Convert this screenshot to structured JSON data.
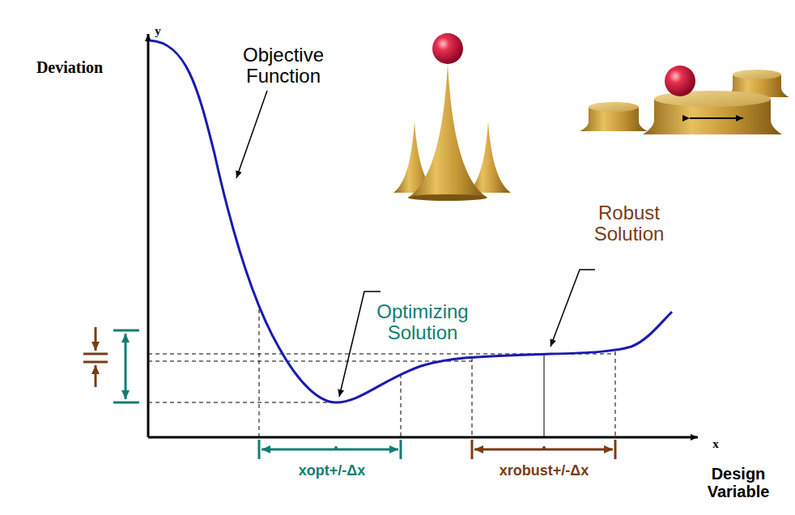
{
  "diagram": {
    "labels": [
      "y",
      "Deviation",
      "Objective Function",
      "Optimizing Solution",
      "Robust Solution",
      "x",
      "xopt+/-Δx",
      "xrobust+/-Δx",
      "Design Variable"
    ]
  }
}
